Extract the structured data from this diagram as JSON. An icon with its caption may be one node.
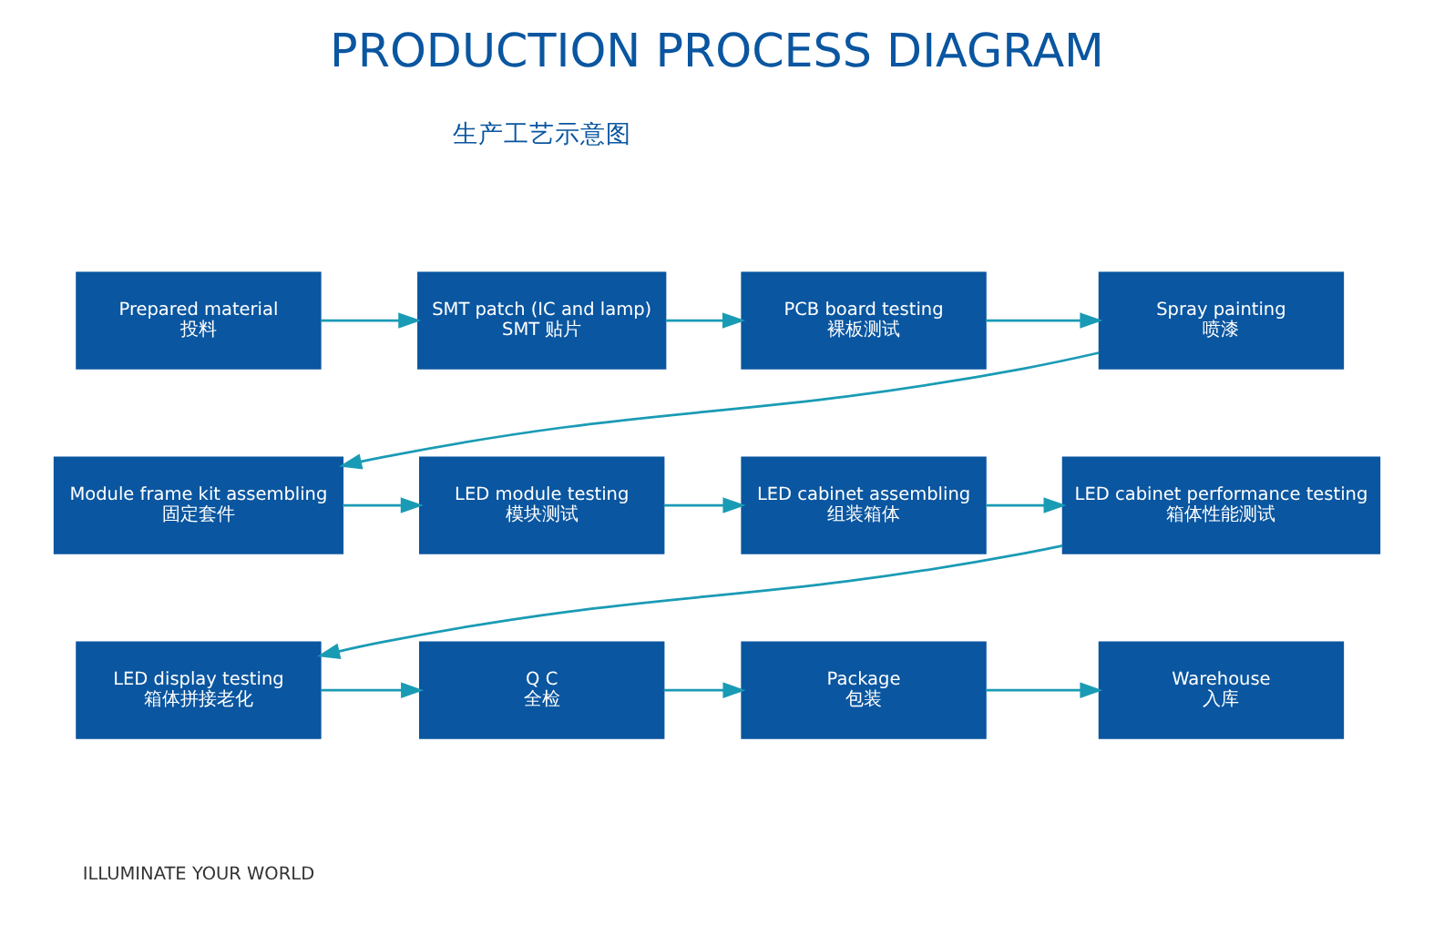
{
  "diagram": {
    "title": "PRODUCTION PROCESS DIAGRAM",
    "nodes": [
      {
        "text": [
          "Prepared material",
          "投料"
        ]
      },
      {
        "text": [
          "SMT patch (IC and lamp)",
          "SMT 贴片"
        ]
      },
      {
        "text": [
          "PCB board testing",
          "裸板测试"
        ]
      },
      {
        "text": [
          "Spray painting",
          "喷漆"
        ]
      },
      {
        "text": [
          "Module frame kit assembling",
          "固定套件"
        ]
      },
      {
        "text": [
          "LED module testing",
          "模块测试"
        ]
      },
      {
        "text": [
          "LED cabinet assembling",
          "组装箱体"
        ]
      },
      {
        "text": [
          "LED cabinet performance testing",
          "箱体性能测试"
        ]
      },
      {
        "text": [
          "LED display testing",
          "箱体拼接老化"
        ]
      },
      {
        "text": [
          "Q C",
          "全检"
        ]
      },
      {
        "text": [
          "Package",
          "包装"
        ]
      },
      {
        "text": [
          "Warehouse",
          "入库"
        ]
      }
    ],
    "edges": [
      {
        "from": 0,
        "to": 1,
        "arrow": "to"
      },
      {
        "from": 1,
        "to": 2,
        "arrow": "to"
      },
      {
        "from": 2,
        "to": 3,
        "arrow": "to"
      },
      {
        "from": 3,
        "to": 4,
        "arrow": "to"
      },
      {
        "from": 4,
        "to": 5,
        "arrow": "to"
      },
      {
        "from": 5,
        "to": 6,
        "arrow": "to"
      },
      {
        "from": 6,
        "to": 7,
        "arrow": "to"
      },
      {
        "from": 7,
        "to": 8,
        "arrow": "to"
      },
      {
        "from": 8,
        "to": 9,
        "arrow": "to"
      },
      {
        "from": 9,
        "to": 10,
        "arrow": "to"
      },
      {
        "from": 10,
        "to": 11,
        "arrow": "to"
      }
    ],
    "labels": [
      "生产工艺示意图",
      "ILLUMINATE YOUR WORLD"
    ]
  }
}
